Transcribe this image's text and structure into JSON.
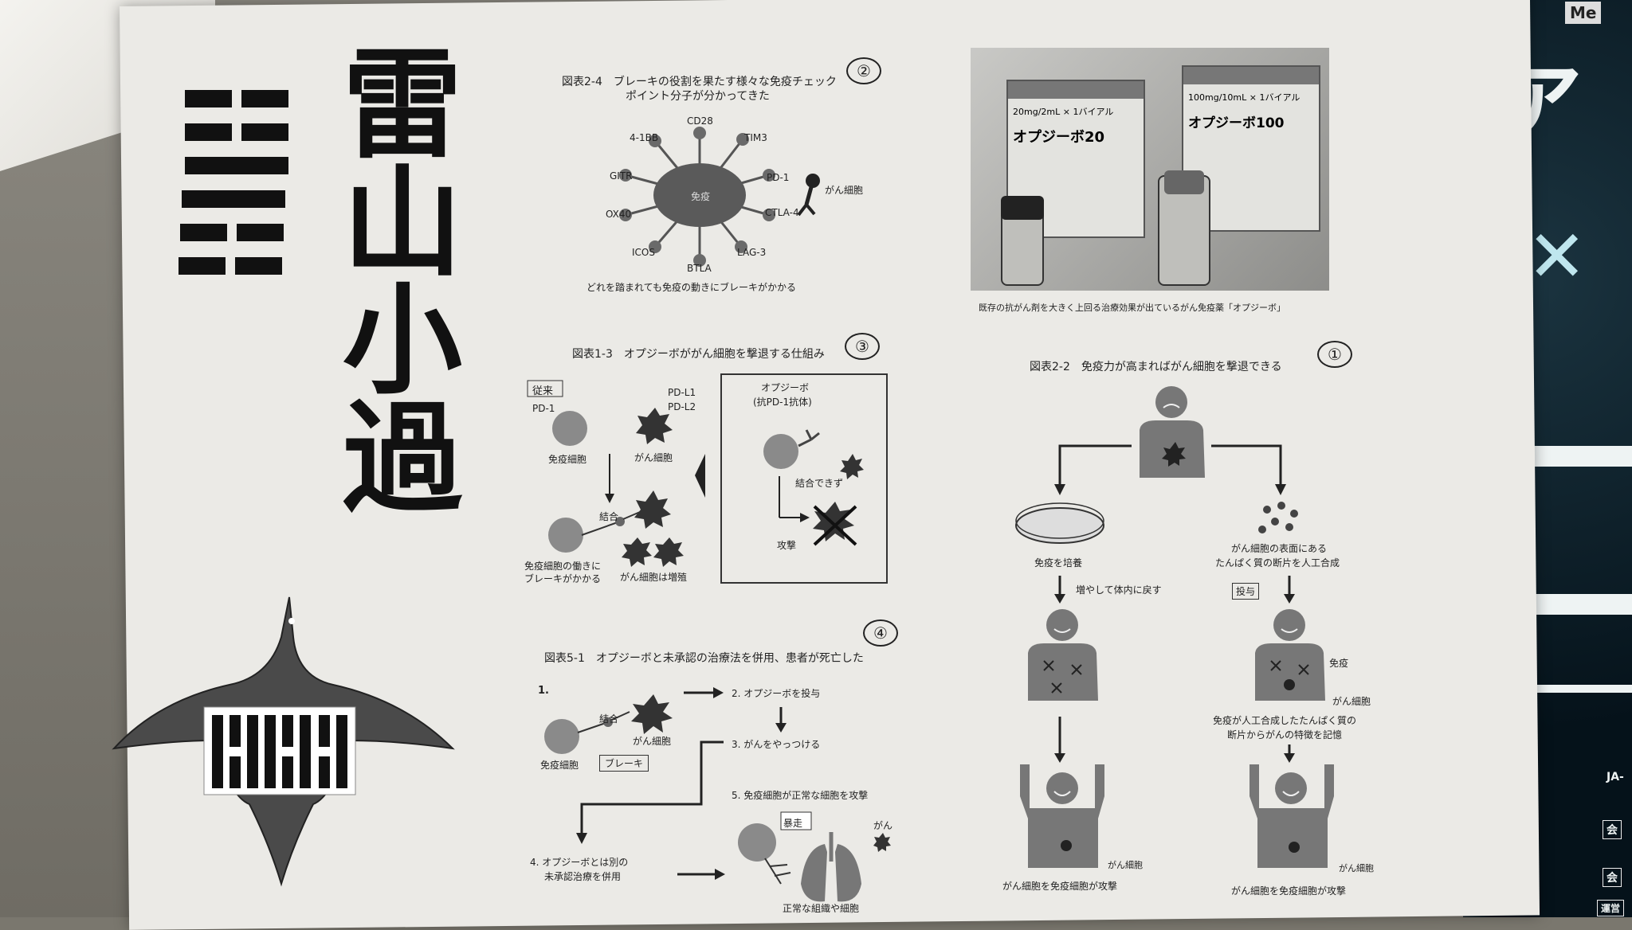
{
  "page": {
    "title_chars": [
      "雷",
      "山",
      "小",
      "過"
    ],
    "circled_numbers": [
      "②",
      "③",
      "①",
      "④"
    ]
  },
  "fig24": {
    "title_line1": "図表2-4　ブレーキの役割を果たす様々な免疫チェック",
    "title_line2": "ポイント分子が分かってきた",
    "center": "免疫",
    "molecules": [
      "CD28",
      "TIM3",
      "PD-1",
      "CTLA-4",
      "LAG-3",
      "BTLA",
      "ICOS",
      "OX40",
      "GITR",
      "4-1BB"
    ],
    "cancer_label": "がん細胞",
    "caption": "どれを踏まれても免疫の動きにブレーキがかかる"
  },
  "photo": {
    "caption": "既存の抗がん剤を大きく上回る治療効果が出ているがん免疫薬「オプジーボ」",
    "box1_brand": "オプジーボ20",
    "box1_dose": "20mg/2mL × 1バイアル",
    "box2_brand": "オプジーボ100",
    "box2_dose": "100mg/10mL × 1バイアル"
  },
  "fig13": {
    "title": "図表1-3　オプジーボががん細胞を撃退する仕組み",
    "conventional": "従来",
    "pd1": "PD-1",
    "pdl1": "PD-L1",
    "pdl2": "PD-L2",
    "immune_cell": "免疫細胞",
    "cancer_cell": "がん細胞",
    "bind": "結合",
    "brake_line1": "免疫細胞の働きに",
    "brake_line2": "ブレーキがかかる",
    "proliferate": "がん細胞は増殖",
    "opdivo": "オプジーボ",
    "antibody": "(抗PD-1抗体)",
    "cannot_bind": "結合できず",
    "attack": "攻撃"
  },
  "fig22": {
    "title": "図表2-2　免疫力が高まればがん細胞を撃退できる",
    "culture": "免疫を培養",
    "return": "増やして体内に戻す",
    "synth_line1": "がん細胞の表面にある",
    "synth_line2": "たんぱく質の断片を人工合成",
    "dose": "投与",
    "immune": "免疫",
    "cancer": "がん細胞",
    "memory_line1": "免疫が人工合成したたんぱく質の",
    "memory_line2": "断片からがんの特徴を記憶",
    "attack_left": "がん細胞を免疫細胞が攻撃",
    "attack_right": "がん細胞を免疫細胞が攻撃",
    "cancer_left": "がん細胞",
    "cancer_right": "がん細胞"
  },
  "fig51": {
    "title": "図表5-1　オプジーボと未承認の治療法を併用、患者が死亡した",
    "step1": "1.",
    "bind": "結合",
    "cancer_cell": "がん細胞",
    "immune_cell": "免疫細胞",
    "brake": "ブレーキ",
    "step2": "2. オプジーボを投与",
    "step3": "3. がんをやっつける",
    "step5": "5. 免疫細胞が正常な細胞を攻撃",
    "runaway": "暴走",
    "cancer": "がん",
    "step4_line1": "4. オプジーボとは別の",
    "step4_line2": "未承認治療を併用",
    "normal": "正常な組織や細胞"
  },
  "magazine": {
    "me": "Me",
    "ja": "JA-",
    "kai": "会",
    "kai2": "会",
    "unei": "運営"
  }
}
